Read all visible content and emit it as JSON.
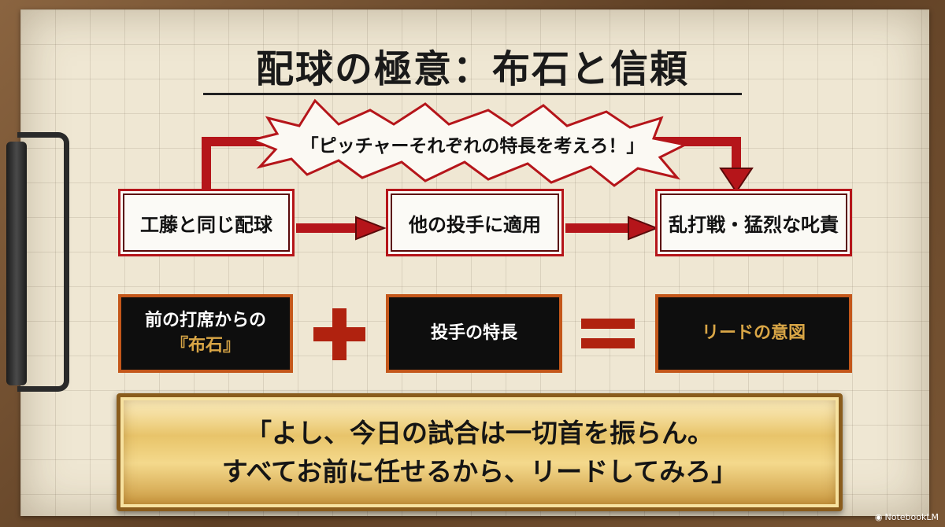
{
  "title": "配球の極意：布石と信頼",
  "callout": "「ピッチャーそれぞれの特長を考えろ！」",
  "flow": [
    {
      "label": "工藤と同じ配球"
    },
    {
      "label": "他の投手に適用"
    },
    {
      "label": "乱打戦・猛烈な叱責"
    }
  ],
  "equation": {
    "left_line1": "前の打席からの",
    "left_line2": "『布石』",
    "plus": "+",
    "middle": "投手の特長",
    "equals": "=",
    "result": "リードの意図"
  },
  "quote": {
    "line1": "「よし、今日の試合は一切首を振らん。",
    "line2": "すべてお前に任せるから、リードしてみろ」"
  },
  "brand": "NotebookLM",
  "colors": {
    "accent_red": "#b5151a",
    "box_border_orange": "#c4571a",
    "gold_text": "#d9a646",
    "banner_gold": "#e8c46a"
  }
}
